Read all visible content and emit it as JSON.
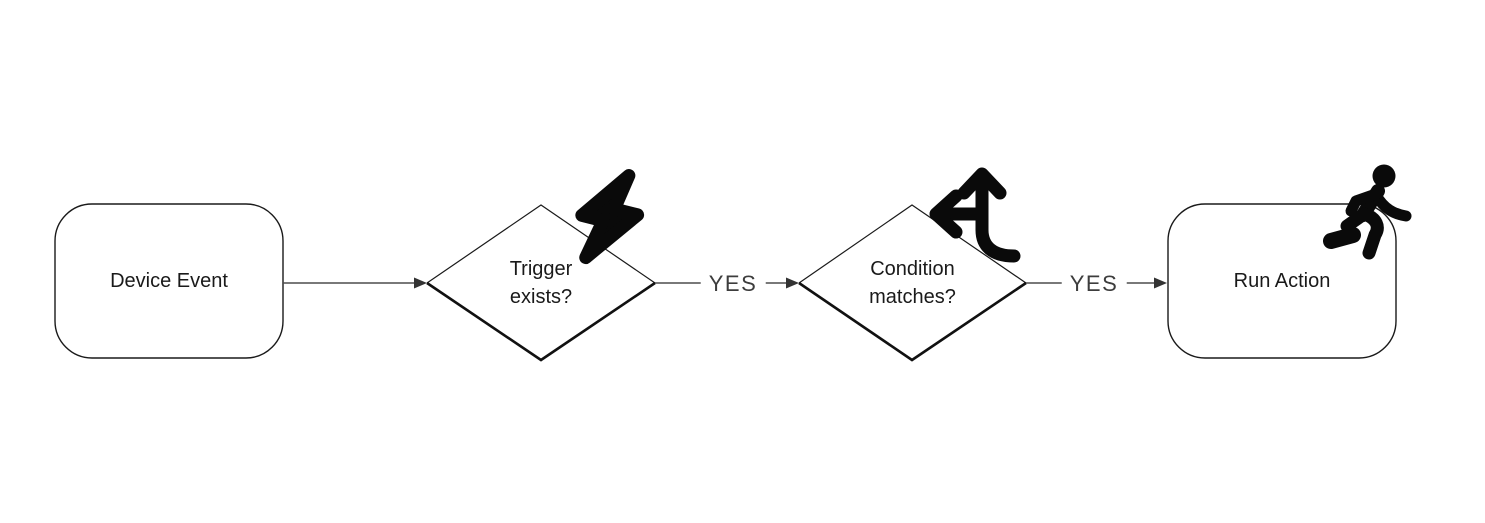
{
  "diagram": {
    "type": "flowchart",
    "direction": "left-to-right",
    "background": "#ffffff",
    "colors": {
      "node_stroke": "#1a1a1a",
      "diamond_bottom_stroke": "#111111",
      "connector_line": "#4d4d4d",
      "arrowhead": "#333333",
      "node_text": "#1a1a1a",
      "edge_label_text": "#3d3d3d",
      "icon_fill": "#0a0a0a"
    },
    "nodes": [
      {
        "id": "device-event",
        "shape": "rounded-rectangle",
        "label": "Device Event"
      },
      {
        "id": "trigger-exists",
        "shape": "diamond",
        "label": "Trigger exists?",
        "line1": "Trigger",
        "line2": "exists?",
        "icon": "lightning-bolt-icon"
      },
      {
        "id": "condition-matches",
        "shape": "diamond",
        "label": "Condition matches?",
        "line1": "Condition",
        "line2": "matches?",
        "icon": "split-arrows-icon"
      },
      {
        "id": "run-action",
        "shape": "rounded-rectangle",
        "label": "Run Action",
        "icon": "running-person-icon"
      }
    ],
    "edges": [
      {
        "from": "device-event",
        "to": "trigger-exists",
        "label": ""
      },
      {
        "from": "trigger-exists",
        "to": "condition-matches",
        "label": "YES"
      },
      {
        "from": "condition-matches",
        "to": "run-action",
        "label": "YES"
      }
    ]
  }
}
